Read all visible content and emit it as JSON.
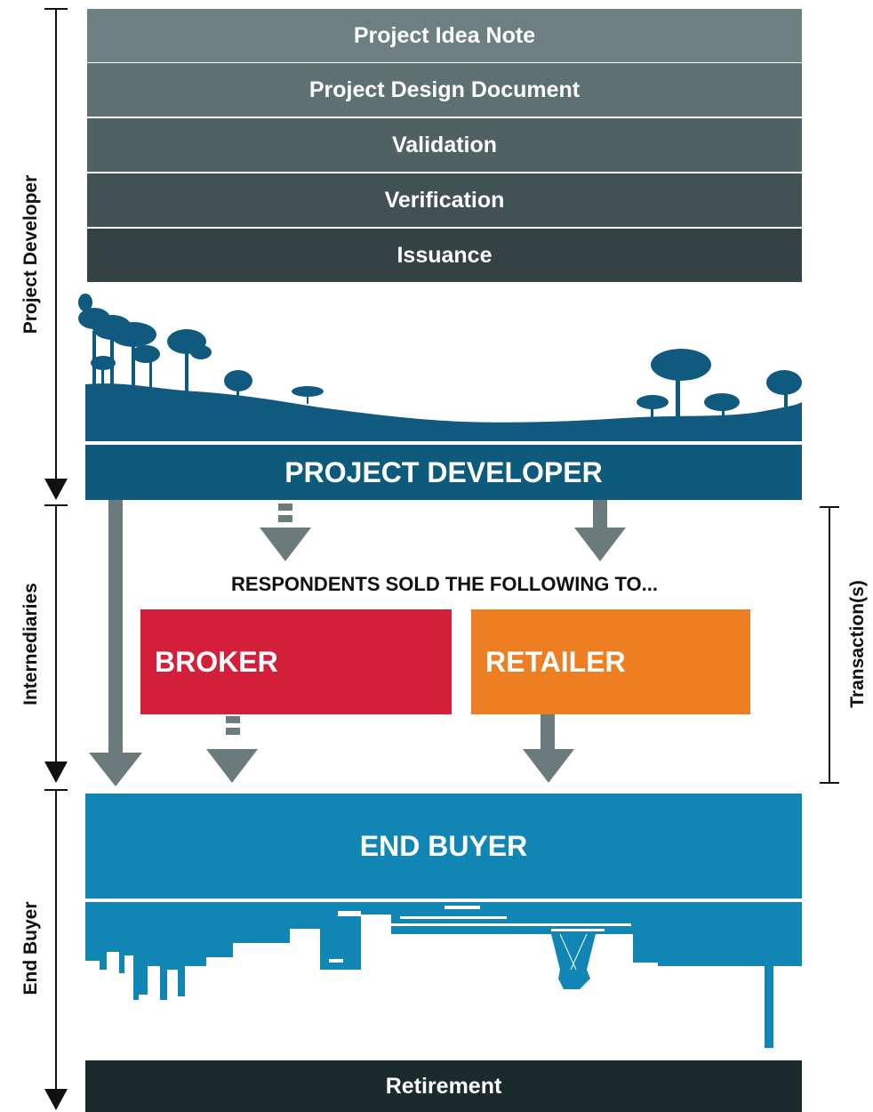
{
  "stages": [
    {
      "label": "Project Idea Note",
      "color": "#6d7f80"
    },
    {
      "label": "Project Design Document",
      "color": "#5e7072"
    },
    {
      "label": "Validation",
      "color": "#506163"
    },
    {
      "label": "Verification",
      "color": "#425153"
    },
    {
      "label": "Issuance",
      "color": "#354244"
    }
  ],
  "project_developer": {
    "label": "PROJECT DEVELOPER",
    "color": "#0e5a7d",
    "landscape_color": "#0f5a7e"
  },
  "headline": "RESPONDENTS SOLD THE FOLLOWING TO...",
  "broker": {
    "label": "BROKER",
    "color": "#d41f3b"
  },
  "retailer": {
    "label": "RETAILER",
    "color": "#ee7e22"
  },
  "end_buyer": {
    "label": "END BUYER",
    "color": "#1186b5"
  },
  "retirement": {
    "label": "Retirement",
    "color": "#1b2a2a"
  },
  "side_labels": {
    "project_developer": "Project Developer",
    "intermediaries": "Internediaries",
    "end_buyer": "End Buyer",
    "transactions": "Transaction(s)"
  },
  "arrow_color": "#6b7b7c"
}
